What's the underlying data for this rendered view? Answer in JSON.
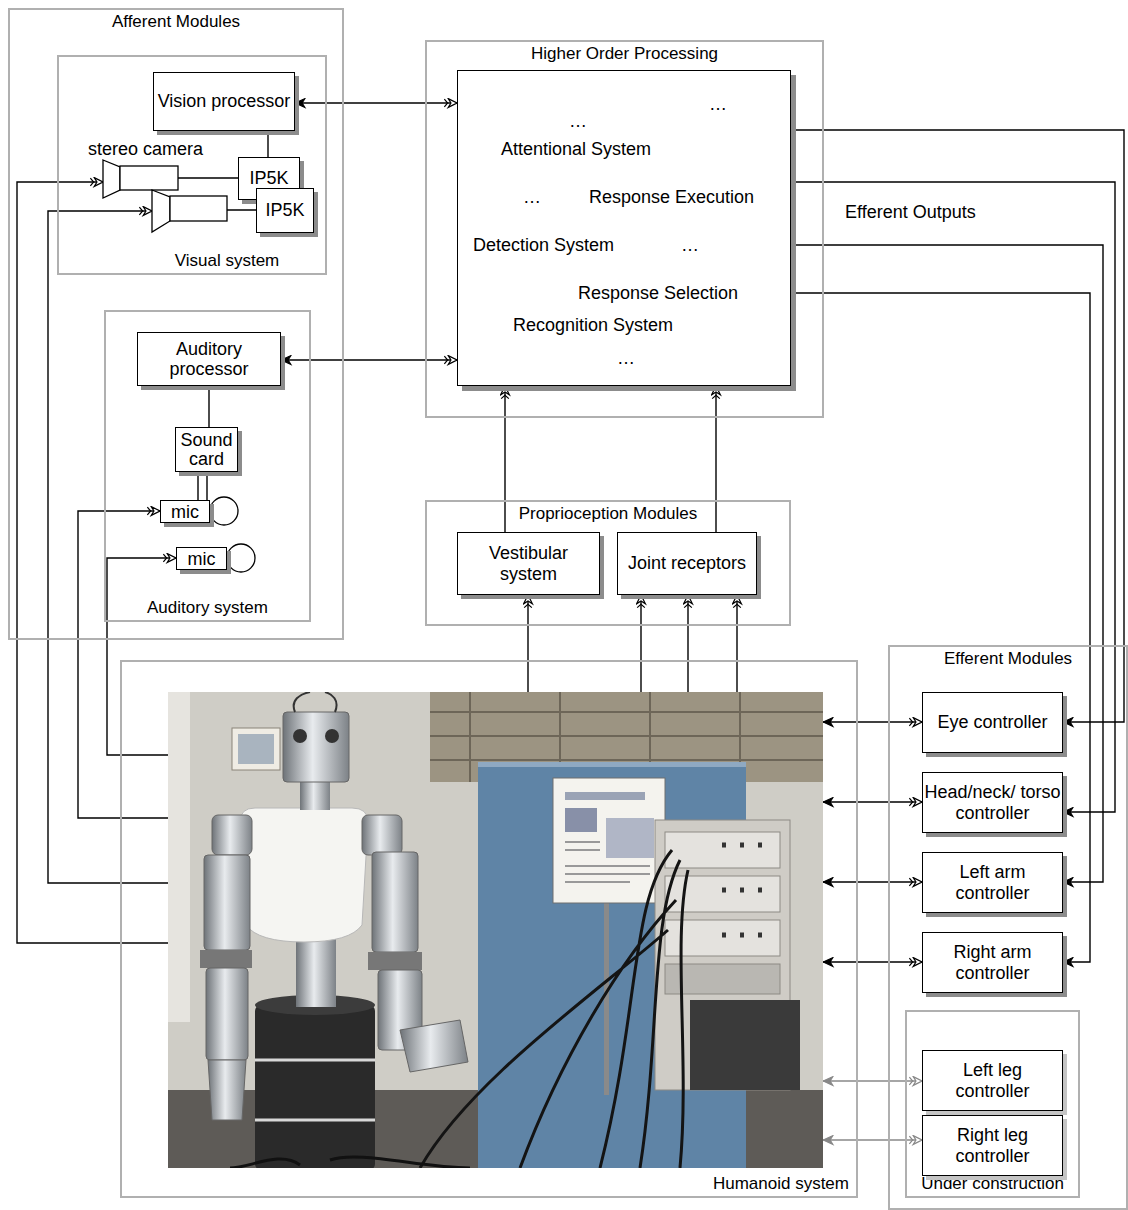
{
  "diagram": {
    "nodes": [
      {
        "text": [
          "Afferent Modules"
        ]
      },
      {
        "text": [
          "Visual system"
        ],
        "in": 0
      },
      {
        "text": [
          "Vision processor"
        ],
        "in": 1
      },
      {
        "text": [
          "IP5K"
        ],
        "in": 1
      },
      {
        "text": [
          "IP5K"
        ],
        "in": 1
      },
      {
        "text": [
          "Auditory system"
        ],
        "in": 0
      },
      {
        "text": [
          "Auditory processor"
        ],
        "in": 5
      },
      {
        "text": [
          "Sound card"
        ],
        "in": 5
      },
      {
        "text": [
          "mic"
        ],
        "in": 5
      },
      {
        "text": [
          "mic"
        ],
        "in": 5
      },
      {
        "text": [
          "Higher Order Processing"
        ]
      },
      {
        "text": [
          "…",
          "…",
          "Attentional System",
          "…",
          "Response Execution",
          "Detection System",
          "…",
          "Response Selection",
          "Recognition System",
          "…"
        ],
        "in": 10
      },
      {
        "text": [
          "Proprioception Modules"
        ]
      },
      {
        "text": [
          "Vestibular system"
        ],
        "in": 12
      },
      {
        "text": [
          "Joint receptors"
        ],
        "in": 12
      },
      {
        "text": [
          "Humanoid system"
        ]
      },
      {
        "text": [
          "Efferent Modules"
        ]
      },
      {
        "text": [
          "Eye controller"
        ],
        "in": 16
      },
      {
        "text": [
          "Head/neck/ torso controller"
        ],
        "in": 16
      },
      {
        "text": [
          "Left arm controller"
        ],
        "in": 16
      },
      {
        "text": [
          "Right arm controller"
        ],
        "in": 16
      },
      {
        "text": [
          "Under construction"
        ],
        "in": 16
      },
      {
        "text": [
          "Left leg controller"
        ],
        "in": 21
      },
      {
        "text": [
          "Right leg controller"
        ],
        "in": 21
      }
    ],
    "edges": [
      {
        "from": 2,
        "to": 11,
        "arrow": "both"
      },
      {
        "from": 2,
        "to": 3,
        "arrow": "none"
      },
      {
        "from": 6,
        "to": 11,
        "arrow": "both"
      },
      {
        "from": 6,
        "to": 7,
        "arrow": "none"
      },
      {
        "from": 7,
        "to": 8,
        "arrow": "none"
      },
      {
        "from": 7,
        "to": 8,
        "arrow": "none"
      },
      {
        "from": 15,
        "to": 8,
        "arrow": "to"
      },
      {
        "from": 15,
        "to": 9,
        "arrow": "to"
      },
      {
        "from": 13,
        "to": 11,
        "arrow": "to"
      },
      {
        "from": 14,
        "to": 11,
        "arrow": "to"
      },
      {
        "from": 15,
        "to": 13,
        "arrow": "to"
      },
      {
        "from": 15,
        "to": 14,
        "arrow": "to"
      },
      {
        "from": 15,
        "to": 14,
        "arrow": "to"
      },
      {
        "from": 15,
        "to": 14,
        "arrow": "to"
      },
      {
        "from": 11,
        "to": 17,
        "arrow": "to"
      },
      {
        "from": 11,
        "to": 18,
        "arrow": "to"
      },
      {
        "from": 11,
        "to": 19,
        "arrow": "to"
      },
      {
        "from": 11,
        "to": 20,
        "arrow": "to"
      },
      {
        "from": 15,
        "to": 17,
        "arrow": "both"
      },
      {
        "from": 15,
        "to": 18,
        "arrow": "both"
      },
      {
        "from": 15,
        "to": 19,
        "arrow": "both"
      },
      {
        "from": 15,
        "to": 20,
        "arrow": "both"
      },
      {
        "from": 15,
        "to": 22,
        "arrow": "both"
      },
      {
        "from": 15,
        "to": 23,
        "arrow": "both"
      }
    ],
    "labels": [
      "stereo camera",
      "Efferent Outputs"
    ]
  }
}
